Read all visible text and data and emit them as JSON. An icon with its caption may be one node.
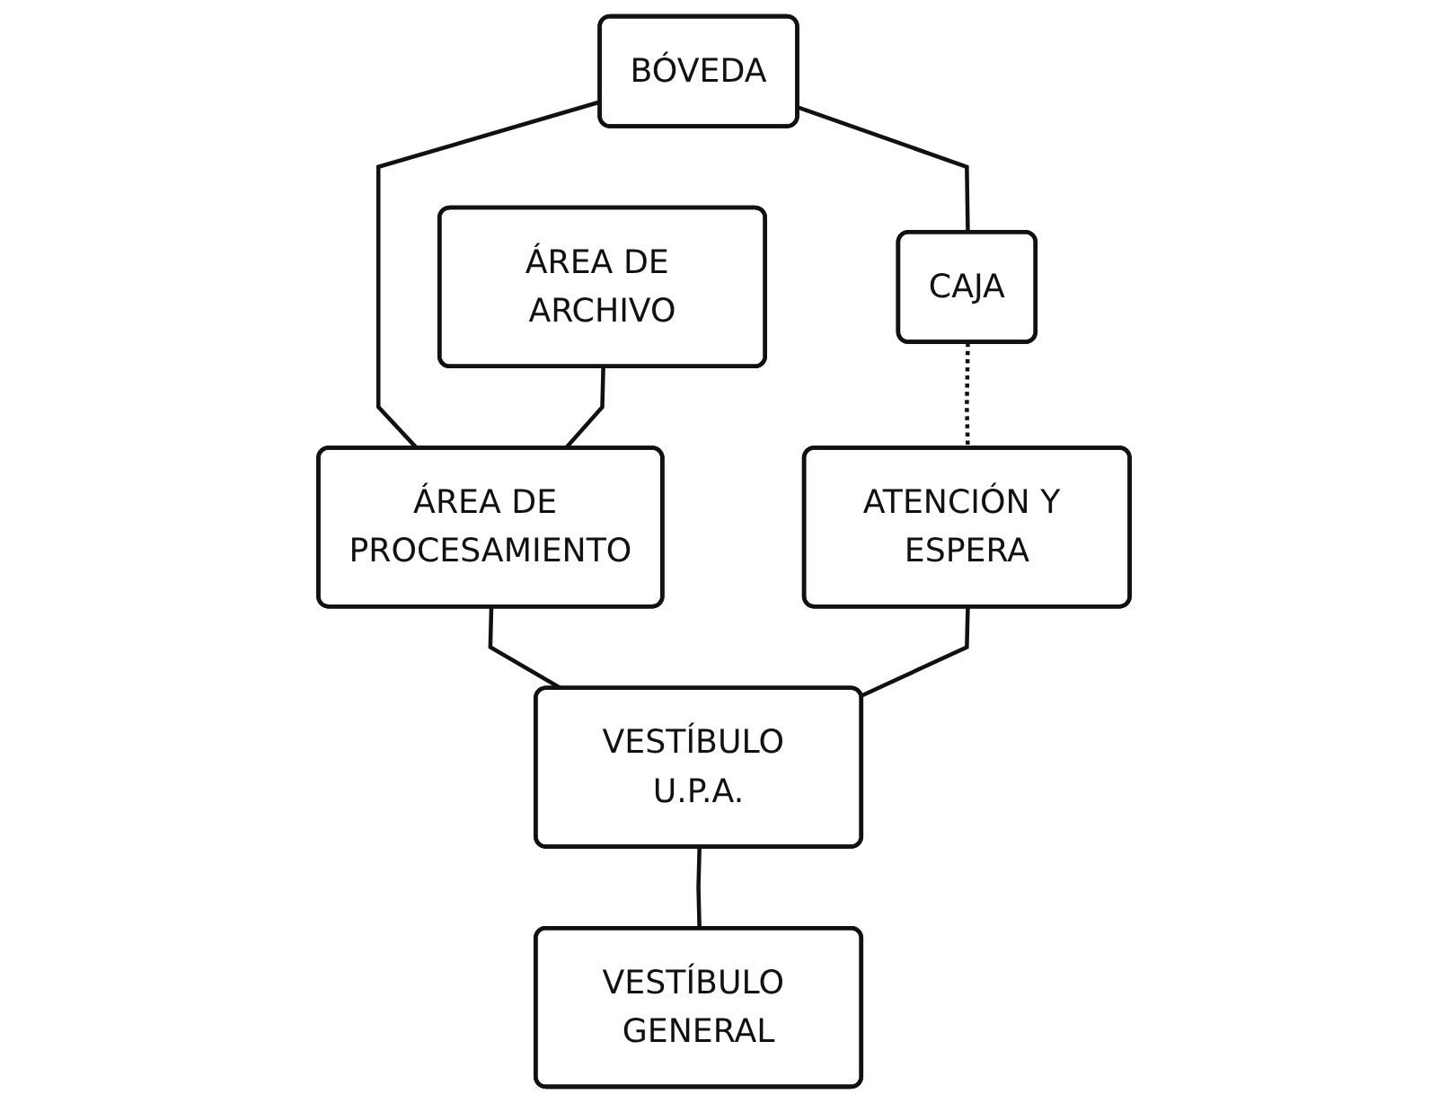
{
  "diagram": {
    "nodes": [
      {
        "text": [
          "BÓVEDA"
        ]
      },
      {
        "text": [
          "CAJA"
        ]
      },
      {
        "text": [
          "ÁREA DE ARCHIVO"
        ]
      },
      {
        "text": [
          "ÁREA DE PROCESAMIENTO"
        ]
      },
      {
        "text": [
          "ATENCIÓN Y ESPERA"
        ]
      },
      {
        "text": [
          "VESTÍBULO U.P.A."
        ]
      },
      {
        "text": [
          "VESTÍBULO GENERAL"
        ]
      }
    ],
    "edges": [
      {
        "from": 0,
        "to": 1,
        "arrow": "none"
      },
      {
        "from": 0,
        "to": 3,
        "arrow": "none"
      },
      {
        "from": 2,
        "to": 3,
        "arrow": "none"
      },
      {
        "from": 1,
        "to": 4,
        "arrow": "none",
        "style": "dashed"
      },
      {
        "from": 3,
        "to": 5,
        "arrow": "none"
      },
      {
        "from": 4,
        "to": 5,
        "arrow": "none"
      },
      {
        "from": 5,
        "to": 6,
        "arrow": "none"
      }
    ]
  }
}
